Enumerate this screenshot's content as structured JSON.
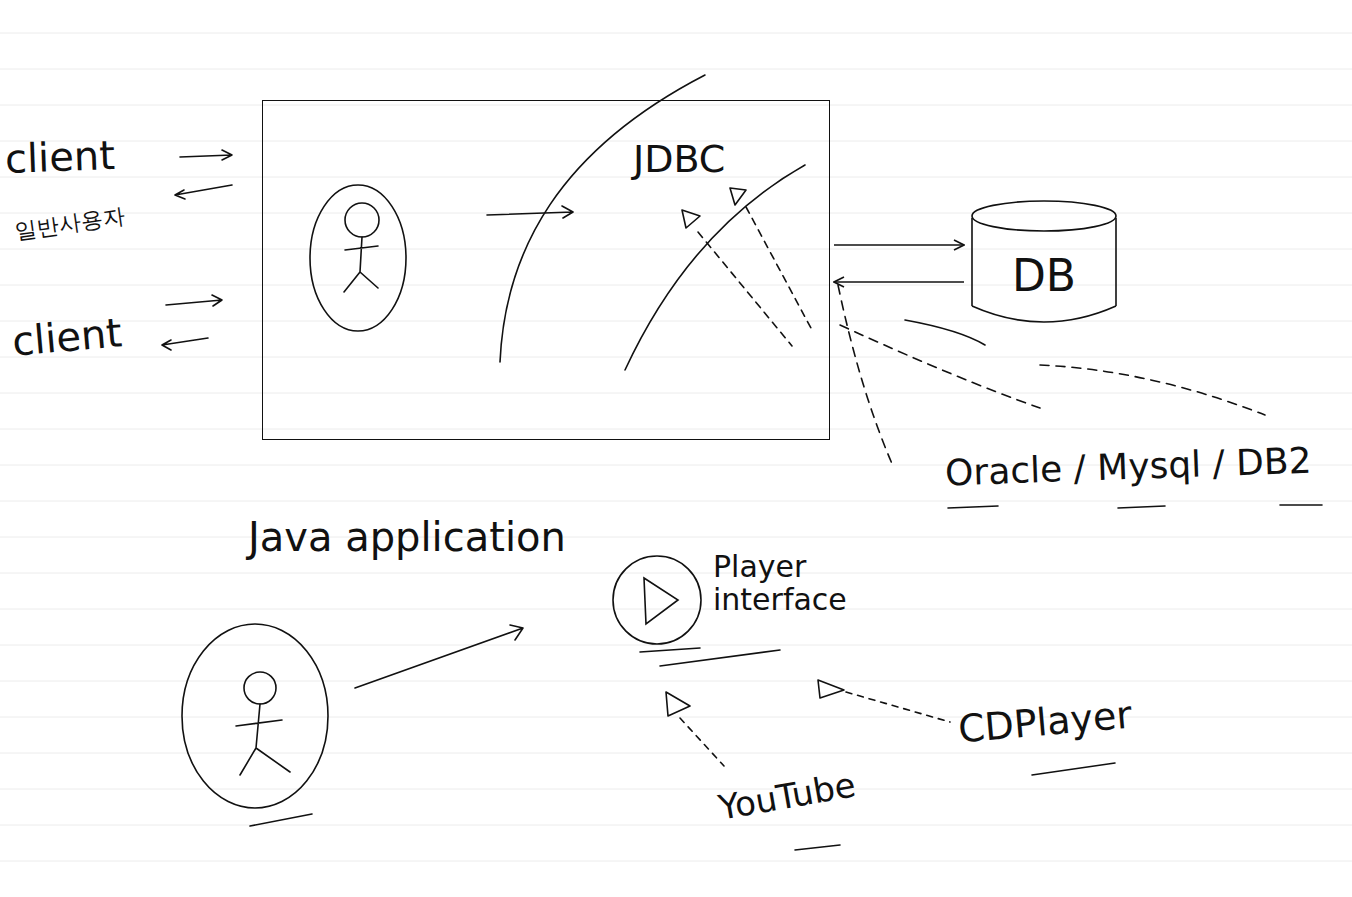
{
  "diagram": {
    "nodes": [
      {
        "text": [
          "JDBC"
        ]
      },
      {
        "text": [
          "DB"
        ]
      },
      {
        "text": [
          "Player interface"
        ]
      }
    ],
    "edges": [
      {
        "from": 0,
        "to": 1,
        "arrow": "to"
      },
      {
        "from": 1,
        "to": 0,
        "arrow": "to"
      }
    ],
    "labels": [
      "client",
      "일반사용자",
      "client",
      "Oracle / Mysql / DB2",
      "Java application",
      "YouTube",
      "CDPlayer"
    ]
  }
}
